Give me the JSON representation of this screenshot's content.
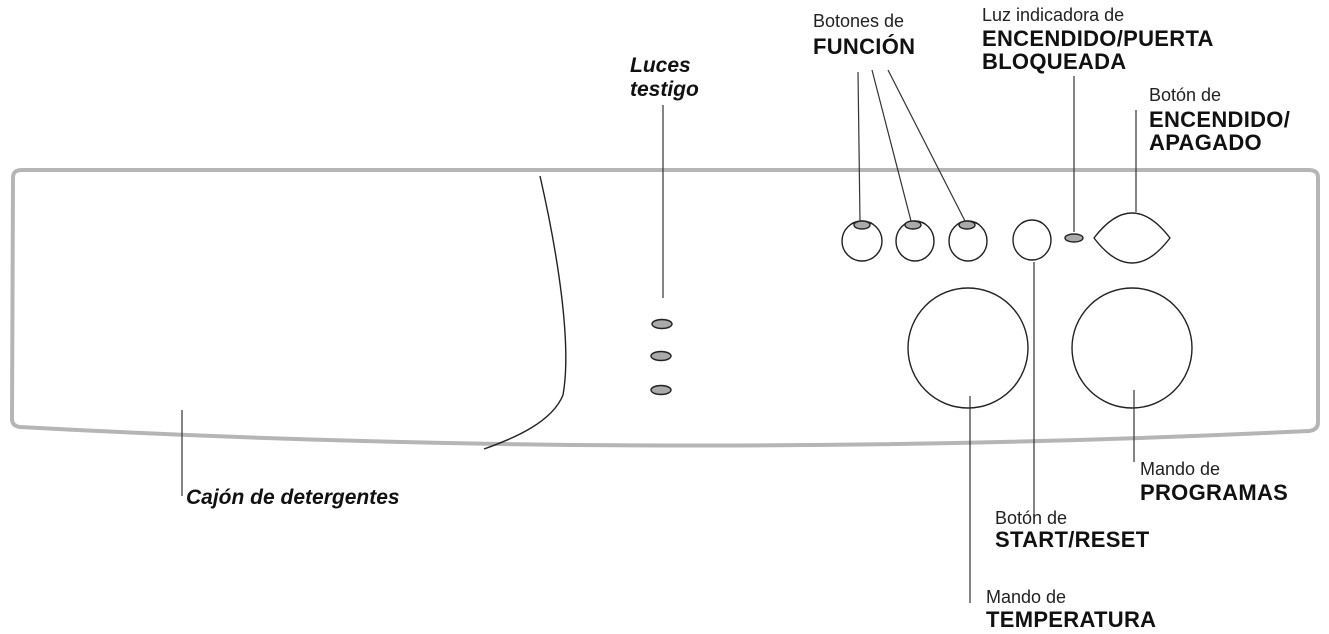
{
  "labels": {
    "luces_testigo": [
      "Luces",
      "testigo"
    ],
    "botones_funcion": {
      "line1": "Botones de",
      "line2": "FUNCIÓN"
    },
    "luz_indicadora": {
      "line1": "Luz indicadora de",
      "line2": "ENCENDIDO/PUERTA",
      "line3": "BLOQUEADA"
    },
    "boton_encendido": {
      "line1": "Botón de",
      "line2": "ENCENDIDO/",
      "line3": "APAGADO"
    },
    "mando_programas": {
      "line1": "Mando de",
      "line2": "PROGRAMAS"
    },
    "boton_start": {
      "line1": "Botón de",
      "line2": "START/RESET"
    },
    "mando_temperatura": {
      "line1": "Mando de",
      "line2": "TEMPERATURA"
    },
    "cajon_detergentes": "Cajón de detergentes"
  }
}
